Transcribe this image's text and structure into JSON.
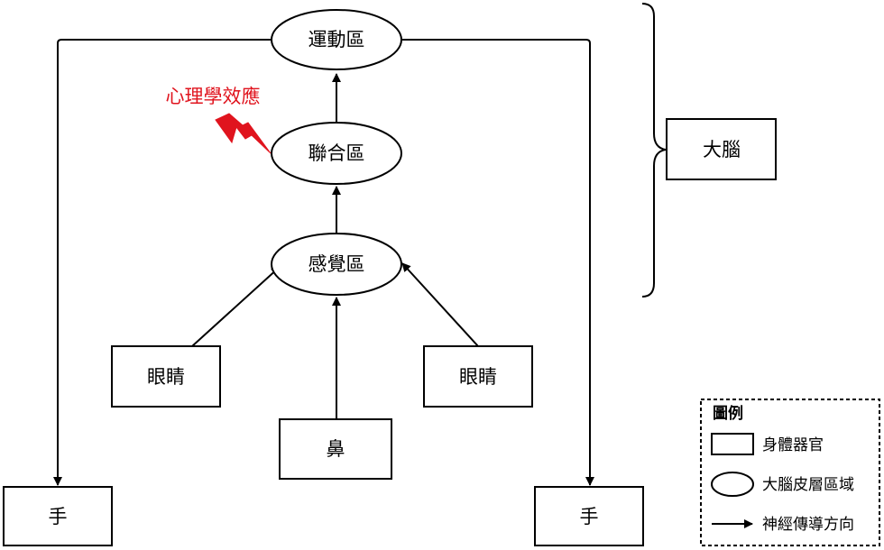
{
  "brain_regions": {
    "motor": "運動區",
    "association": "聯合區",
    "sensory": "感覺區"
  },
  "body_organs": {
    "eye_left": "眼睛",
    "eye_right": "眼睛",
    "nose": "鼻",
    "hand_left": "手",
    "hand_right": "手"
  },
  "brain_group_label": "大腦",
  "psych_effect_label": "心理學效應",
  "legend": {
    "title": "圖例",
    "body_organ": "身體器官",
    "cortex_region": "大腦皮層區域",
    "nerve_direction": "神經傳導方向"
  },
  "colors": {
    "effect_red": "#e0141e",
    "stroke": "#000000"
  }
}
